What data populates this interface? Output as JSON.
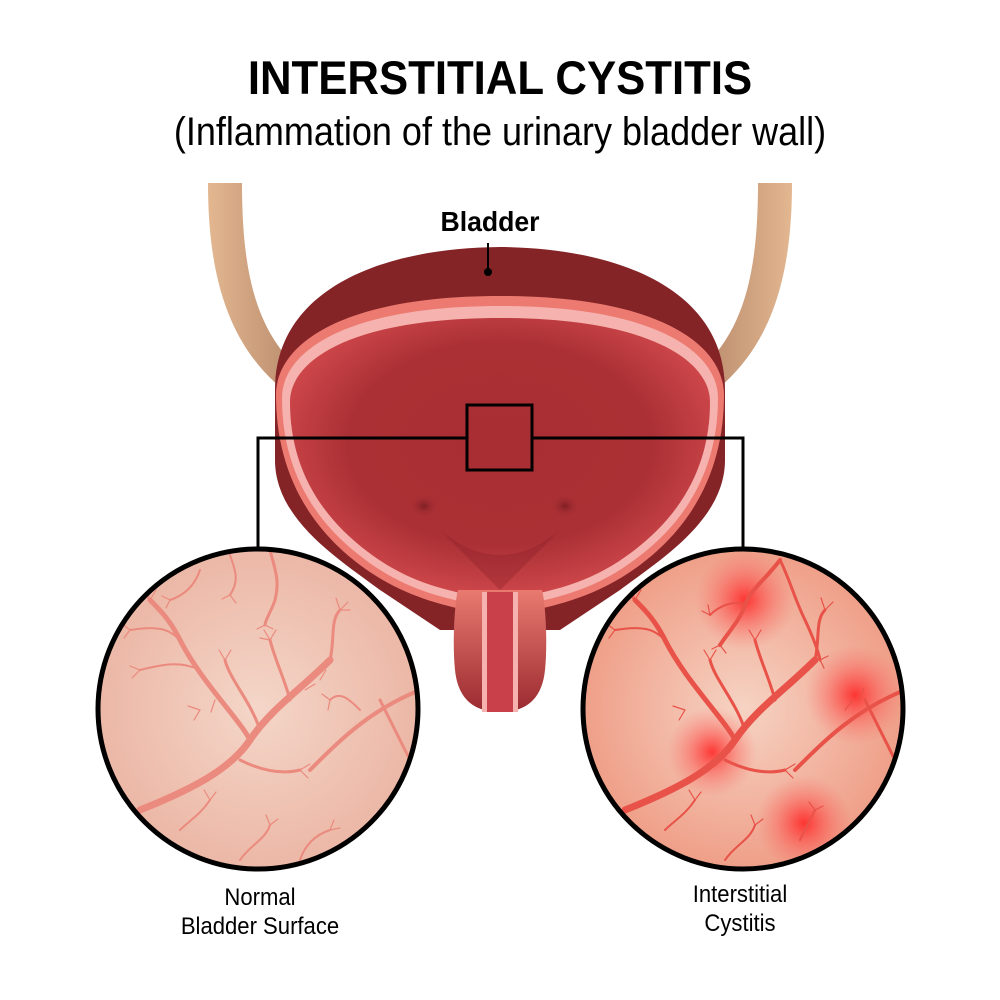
{
  "header": {
    "title": "INTERSTITIAL CYSTITIS",
    "subtitle": "(Inflammation of the urinary bladder wall)"
  },
  "diagram": {
    "organ_label": "Bladder",
    "panels": [
      {
        "id": "normal",
        "caption_line1": "Normal",
        "caption_line2": "Bladder Surface"
      },
      {
        "id": "interstitial-cystitis",
        "caption_line1": "Interstitial",
        "caption_line2": "Cystitis"
      }
    ]
  },
  "colors": {
    "ureter": "#d7a886",
    "outer_wall": "#842427",
    "wall_outer_band": "#ec7a70",
    "wall_inner_band": "#f5b2ae",
    "lumen": "#c9404a",
    "normal_tissue": "#f0c8b8",
    "normal_vessel": "#eb8a7e",
    "inflamed_tissue": "#f2b6a0",
    "inflamed_vessel": "#ea5a50",
    "inflammation_spot": "#ff2a2a"
  }
}
